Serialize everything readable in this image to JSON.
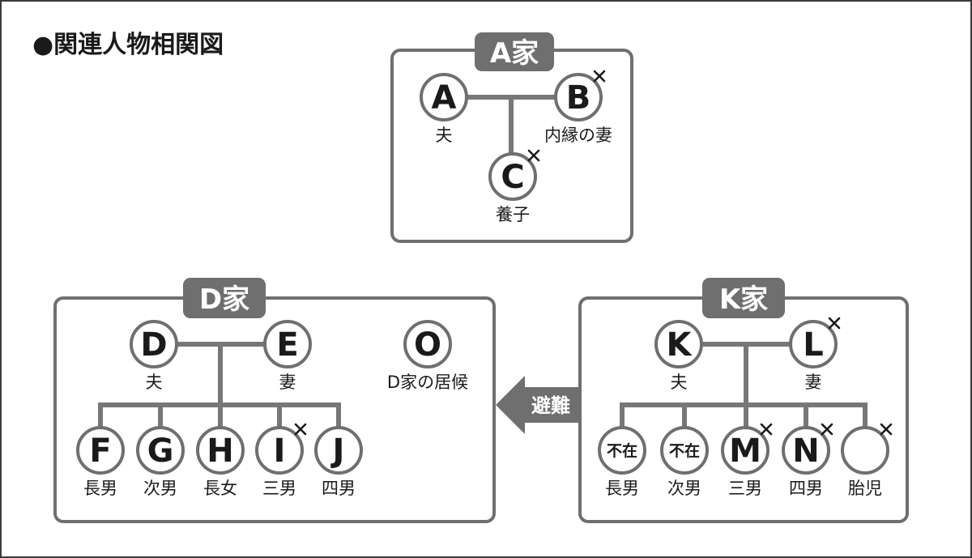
{
  "title": "●関連人物相関図",
  "arrow_label": "避難",
  "colors": {
    "box_border": "#6f6f6f",
    "line": "#777777",
    "text": "#1a1a1a",
    "tab_text": "#ffffff"
  },
  "families": [
    {
      "id": "a",
      "label": "A家",
      "members": [
        {
          "id": "A",
          "letter": "A",
          "role": "夫",
          "deceased": false
        },
        {
          "id": "B",
          "letter": "B",
          "role": "内縁の妻",
          "deceased": true
        },
        {
          "id": "C",
          "letter": "C",
          "role": "養子",
          "deceased": true
        }
      ]
    },
    {
      "id": "d",
      "label": "D家",
      "members": [
        {
          "id": "D",
          "letter": "D",
          "role": "夫",
          "deceased": false
        },
        {
          "id": "E",
          "letter": "E",
          "role": "妻",
          "deceased": false
        },
        {
          "id": "O",
          "letter": "O",
          "role": "D家の居候",
          "deceased": false
        },
        {
          "id": "F",
          "letter": "F",
          "role": "長男",
          "deceased": false
        },
        {
          "id": "G",
          "letter": "G",
          "role": "次男",
          "deceased": false
        },
        {
          "id": "H",
          "letter": "H",
          "role": "長女",
          "deceased": false
        },
        {
          "id": "I",
          "letter": "I",
          "role": "三男",
          "deceased": true
        },
        {
          "id": "J",
          "letter": "J",
          "role": "四男",
          "deceased": false
        }
      ]
    },
    {
      "id": "k",
      "label": "K家",
      "members": [
        {
          "id": "K",
          "letter": "K",
          "role": "夫",
          "deceased": false
        },
        {
          "id": "L",
          "letter": "L",
          "role": "妻",
          "deceased": true
        },
        {
          "id": "K1",
          "letter": "不在",
          "role": "長男",
          "deceased": false
        },
        {
          "id": "K2",
          "letter": "不在",
          "role": "次男",
          "deceased": false
        },
        {
          "id": "M",
          "letter": "M",
          "role": "三男",
          "deceased": true
        },
        {
          "id": "N",
          "letter": "N",
          "role": "四男",
          "deceased": true
        },
        {
          "id": "fetus",
          "letter": "",
          "role": "胎児",
          "deceased": true
        }
      ]
    }
  ]
}
